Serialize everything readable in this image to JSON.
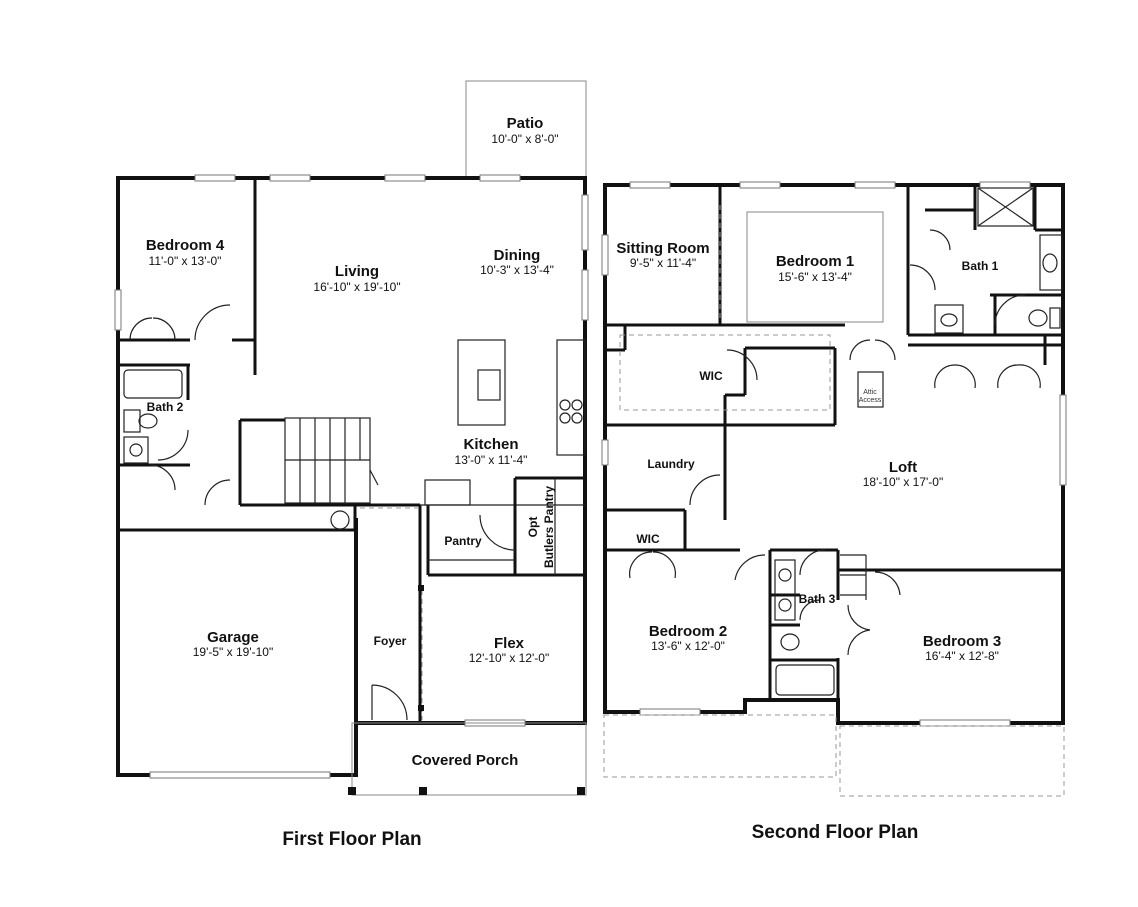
{
  "first_floor": {
    "title": "First Floor Plan",
    "rooms": {
      "patio": {
        "name": "Patio",
        "dim": "10'-0\" x 8'-0\""
      },
      "bedroom4": {
        "name": "Bedroom 4",
        "dim": "11'-0\" x 13'-0\""
      },
      "living": {
        "name": "Living",
        "dim": "16'-10\" x 19'-10\""
      },
      "dining": {
        "name": "Dining",
        "dim": "10'-3\" x 13'-4\""
      },
      "bath2": {
        "name": "Bath 2"
      },
      "kitchen": {
        "name": "Kitchen",
        "dim": "13'-0\" x 11'-4\""
      },
      "pantry": {
        "name": "Pantry"
      },
      "butlers": {
        "line1": "Opt",
        "line2": "Butlers Pantry"
      },
      "garage": {
        "name": "Garage",
        "dim": "19'-5\" x 19'-10\""
      },
      "foyer": {
        "name": "Foyer"
      },
      "flex": {
        "name": "Flex",
        "dim": "12'-10\" x 12'-0\""
      },
      "porch": {
        "name": "Covered Porch"
      }
    }
  },
  "second_floor": {
    "title": "Second Floor Plan",
    "rooms": {
      "sitting": {
        "name": "Sitting Room",
        "dim": "9'-5\" x 11'-4\""
      },
      "bedroom1": {
        "name": "Bedroom 1",
        "dim": "15'-6\" x 13'-4\""
      },
      "bath1": {
        "name": "Bath 1"
      },
      "wic1": {
        "name": "WIC"
      },
      "attic": {
        "line1": "Attic",
        "line2": "Access"
      },
      "laundry": {
        "name": "Laundry"
      },
      "loft": {
        "name": "Loft",
        "dim": "18'-10\" x 17'-0\""
      },
      "wic2": {
        "name": "WIC"
      },
      "bedroom2": {
        "name": "Bedroom 2",
        "dim": "13'-6\" x 12'-0\""
      },
      "bath3": {
        "name": "Bath 3"
      },
      "bedroom3": {
        "name": "Bedroom 3",
        "dim": "16'-4\" x 12'-8\""
      }
    }
  }
}
